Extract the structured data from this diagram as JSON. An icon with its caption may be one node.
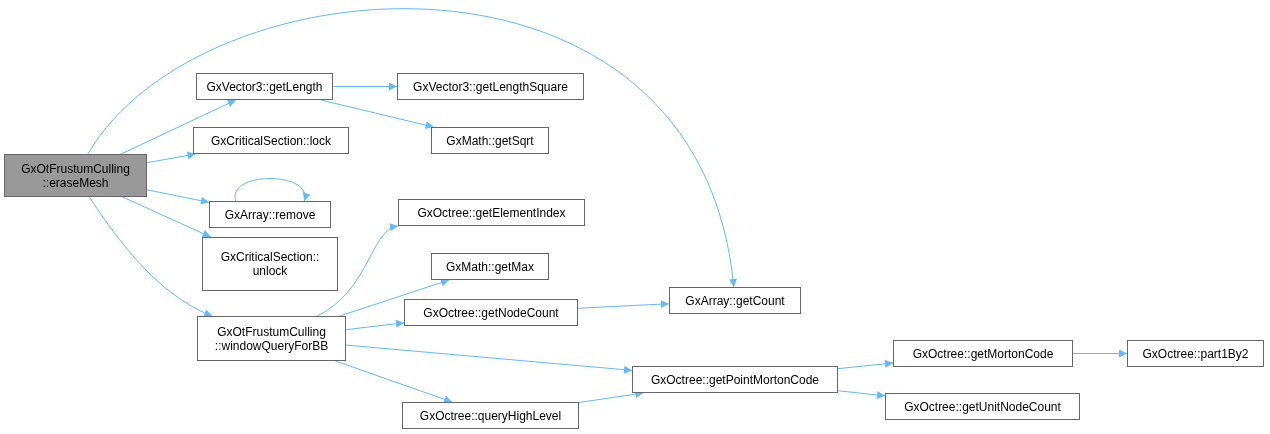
{
  "diagram": {
    "nodes": [
      {
        "text": [
          "GxOtFrustumCulling ::eraseMesh"
        ]
      },
      {
        "text": [
          "GxVector3::getLength"
        ]
      },
      {
        "text": [
          "GxVector3::getLengthSquare"
        ]
      },
      {
        "text": [
          "GxMath::getSqrt"
        ]
      },
      {
        "text": [
          "GxCriticalSection::lock"
        ]
      },
      {
        "text": [
          "GxArray::remove"
        ]
      },
      {
        "text": [
          "GxCriticalSection:: unlock"
        ]
      },
      {
        "text": [
          "GxOctree::getElementIndex"
        ]
      },
      {
        "text": [
          "GxMath::getMax"
        ]
      },
      {
        "text": [
          "GxArray::getCount"
        ]
      },
      {
        "text": [
          "GxOctree::getNodeCount"
        ]
      },
      {
        "text": [
          "GxOtFrustumCulling ::windowQueryForBB"
        ]
      },
      {
        "text": [
          "GxOctree::getPointMortonCode"
        ]
      },
      {
        "text": [
          "GxOctree::getMortonCode"
        ]
      },
      {
        "text": [
          "GxOctree::part1By2"
        ]
      },
      {
        "text": [
          "GxOctree::getUnitNodeCount"
        ]
      },
      {
        "text": [
          "GxOctree::queryHighLevel"
        ]
      }
    ],
    "edges": [
      {
        "from": 0,
        "to": 1,
        "arrow": "to"
      },
      {
        "from": 0,
        "to": 9,
        "arrow": "to"
      },
      {
        "from": 0,
        "to": 4,
        "arrow": "to"
      },
      {
        "from": 0,
        "to": 5,
        "arrow": "to"
      },
      {
        "from": 0,
        "to": 6,
        "arrow": "to"
      },
      {
        "from": 0,
        "to": 11,
        "arrow": "to"
      },
      {
        "from": 1,
        "to": 2,
        "arrow": "to"
      },
      {
        "from": 1,
        "to": 3,
        "arrow": "to"
      },
      {
        "from": 5,
        "to": 5,
        "arrow": "to"
      },
      {
        "from": 11,
        "to": 7,
        "arrow": "to"
      },
      {
        "from": 11,
        "to": 8,
        "arrow": "to"
      },
      {
        "from": 11,
        "to": 10,
        "arrow": "to"
      },
      {
        "from": 11,
        "to": 12,
        "arrow": "to"
      },
      {
        "from": 11,
        "to": 16,
        "arrow": "to"
      },
      {
        "from": 10,
        "to": 9,
        "arrow": "to"
      },
      {
        "from": 12,
        "to": 13,
        "arrow": "to"
      },
      {
        "from": 12,
        "to": 15,
        "arrow": "to"
      },
      {
        "from": 13,
        "to": 14,
        "arrow": "to"
      },
      {
        "from": 16,
        "to": 12,
        "arrow": "to"
      }
    ]
  }
}
